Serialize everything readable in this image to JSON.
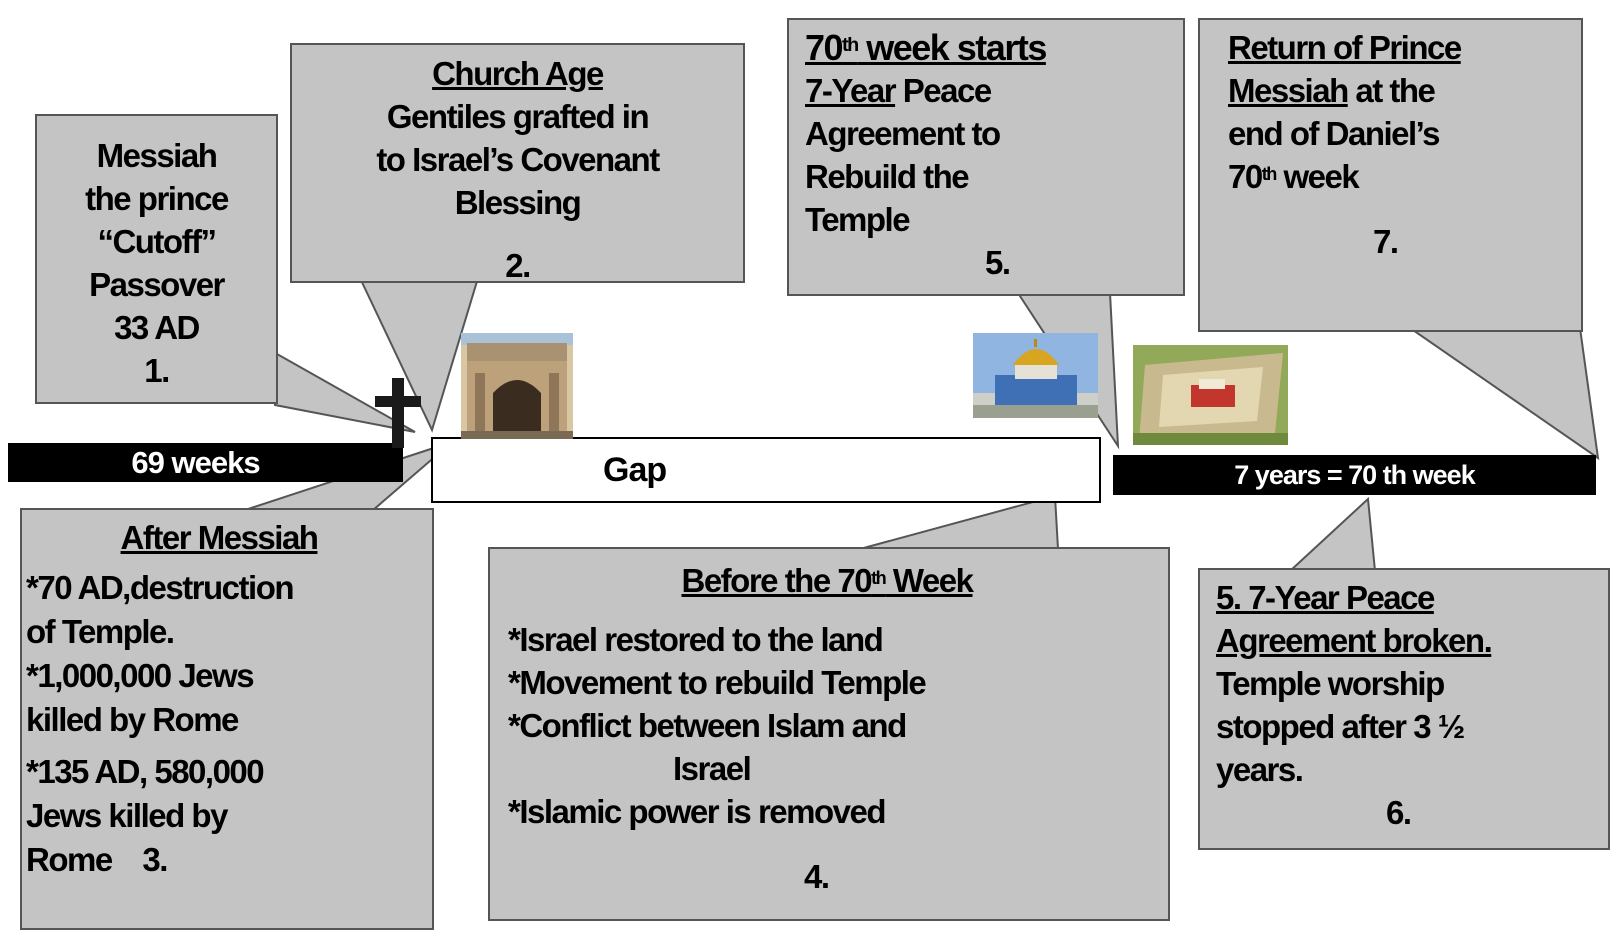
{
  "colors": {
    "callout_fill": "#c4c4c4",
    "callout_border": "#555555",
    "bar_black": "#000000",
    "bar_white": "#ffffff"
  },
  "timeline": {
    "bar_69_weeks": "69 weeks",
    "gap": "Gap",
    "bar_70th_week": "7 years = 70 th week"
  },
  "icons": [
    "cross-icon",
    "arch-of-titus-image",
    "dome-of-rock-image",
    "temple-model-image"
  ],
  "callouts": {
    "c1": {
      "lines": [
        "Messiah",
        "the prince",
        "“Cutoff”",
        "Passover",
        "33 AD",
        "1."
      ]
    },
    "c2": {
      "heading": "Church Age",
      "lines": [
        "Gentiles grafted in",
        "to Israel’s Covenant",
        "Blessing"
      ],
      "number": "2."
    },
    "c3": {
      "heading": "After Messiah",
      "lines": [
        "*70 AD,destruction",
        "of Temple.",
        "*1,000,000 Jews",
        "killed by Rome",
        "*135 AD, 580,000",
        "Jews killed by",
        "Rome    3."
      ]
    },
    "c4": {
      "heading_pre": "Before the 70",
      "heading_sup": "th",
      "heading_post": " Week",
      "lines": [
        "*Israel restored to the land",
        "*Movement to rebuild Temple",
        "*Conflict between Islam and",
        "Israel",
        "*Islamic power is removed"
      ],
      "number": "4."
    },
    "c5": {
      "heading_pre": "70",
      "heading_sup": "th",
      "heading_post": " week starts",
      "subheading_u": "7-Year",
      "subheading_rest": " Peace",
      "lines": [
        "Agreement to",
        "Rebuild the",
        "Temple"
      ],
      "number": "5."
    },
    "c6": {
      "lines_u": [
        "5. 7-Year Peace",
        "Agreement broken."
      ],
      "lines": [
        "Temple worship",
        "stopped after 3 ½",
        "years."
      ],
      "number": "6."
    },
    "c7": {
      "lines_u": [
        "Return of Prince",
        "Messiah"
      ],
      "line2_rest": " at the",
      "line3": "end of Daniel’s",
      "line4_pre": "70",
      "line4_sup": "th",
      "line4_post": " week",
      "number": "7."
    }
  }
}
